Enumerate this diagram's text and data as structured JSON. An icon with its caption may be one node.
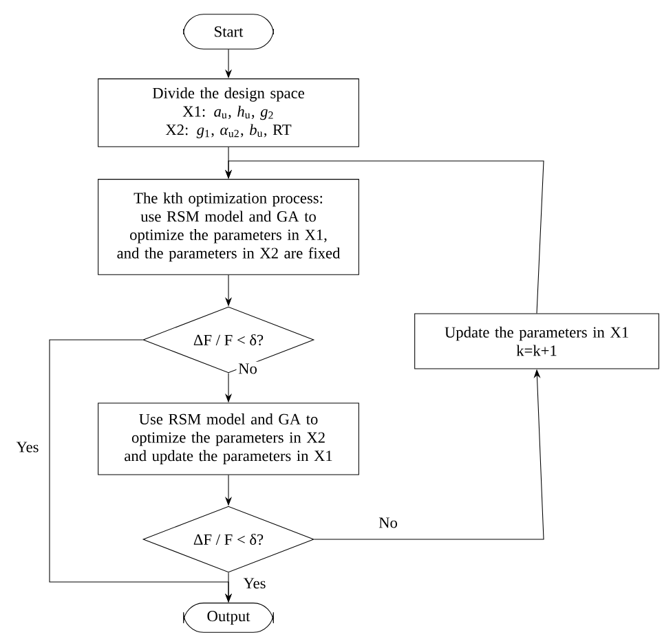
{
  "diagram": {
    "nodes": [
      {
        "text": [
          "Start"
        ]
      },
      {
        "text": [
          "Divide the design space",
          "X1: *a*$_{u}$, *h*$_{u}$, *g*$_{2}$",
          "X2: *g*$_{1}$, *α*$_{u2}$, *b*$_{u}$, RT"
        ]
      },
      {
        "text": [
          "The kth optimization process: use RSM model and GA to optimize the parameters in X1, and the parameters in X2 are fixed"
        ]
      },
      {
        "text": [
          "ΔF / F < δ?"
        ]
      },
      {
        "text": [
          "Use RSM model and GA to optimize the parameters in X2 and update the parameters in X1"
        ]
      },
      {
        "text": [
          "ΔF / F < δ?"
        ]
      },
      {
        "text": [
          "Update the parameters in X1",
          "k=k+1"
        ]
      },
      {
        "text": [
          "Output"
        ]
      }
    ],
    "edges": [
      {
        "from": 0,
        "to": 1,
        "arrow": "to"
      },
      {
        "from": 1,
        "to": 2,
        "arrow": "to"
      },
      {
        "from": 2,
        "to": 3,
        "arrow": "to"
      },
      {
        "from": 3,
        "to": 4,
        "arrow": "to",
        "label": "No"
      },
      {
        "from": 4,
        "to": 5,
        "arrow": "to"
      },
      {
        "from": 5,
        "to": 6,
        "arrow": "to",
        "label": "No"
      },
      {
        "from": 6,
        "to": 2,
        "arrow": "to"
      },
      {
        "from": 3,
        "to": 7,
        "arrow": "to",
        "label": "Yes"
      },
      {
        "from": 5,
        "to": 7,
        "arrow": "to",
        "label": "Yes"
      }
    ]
  }
}
